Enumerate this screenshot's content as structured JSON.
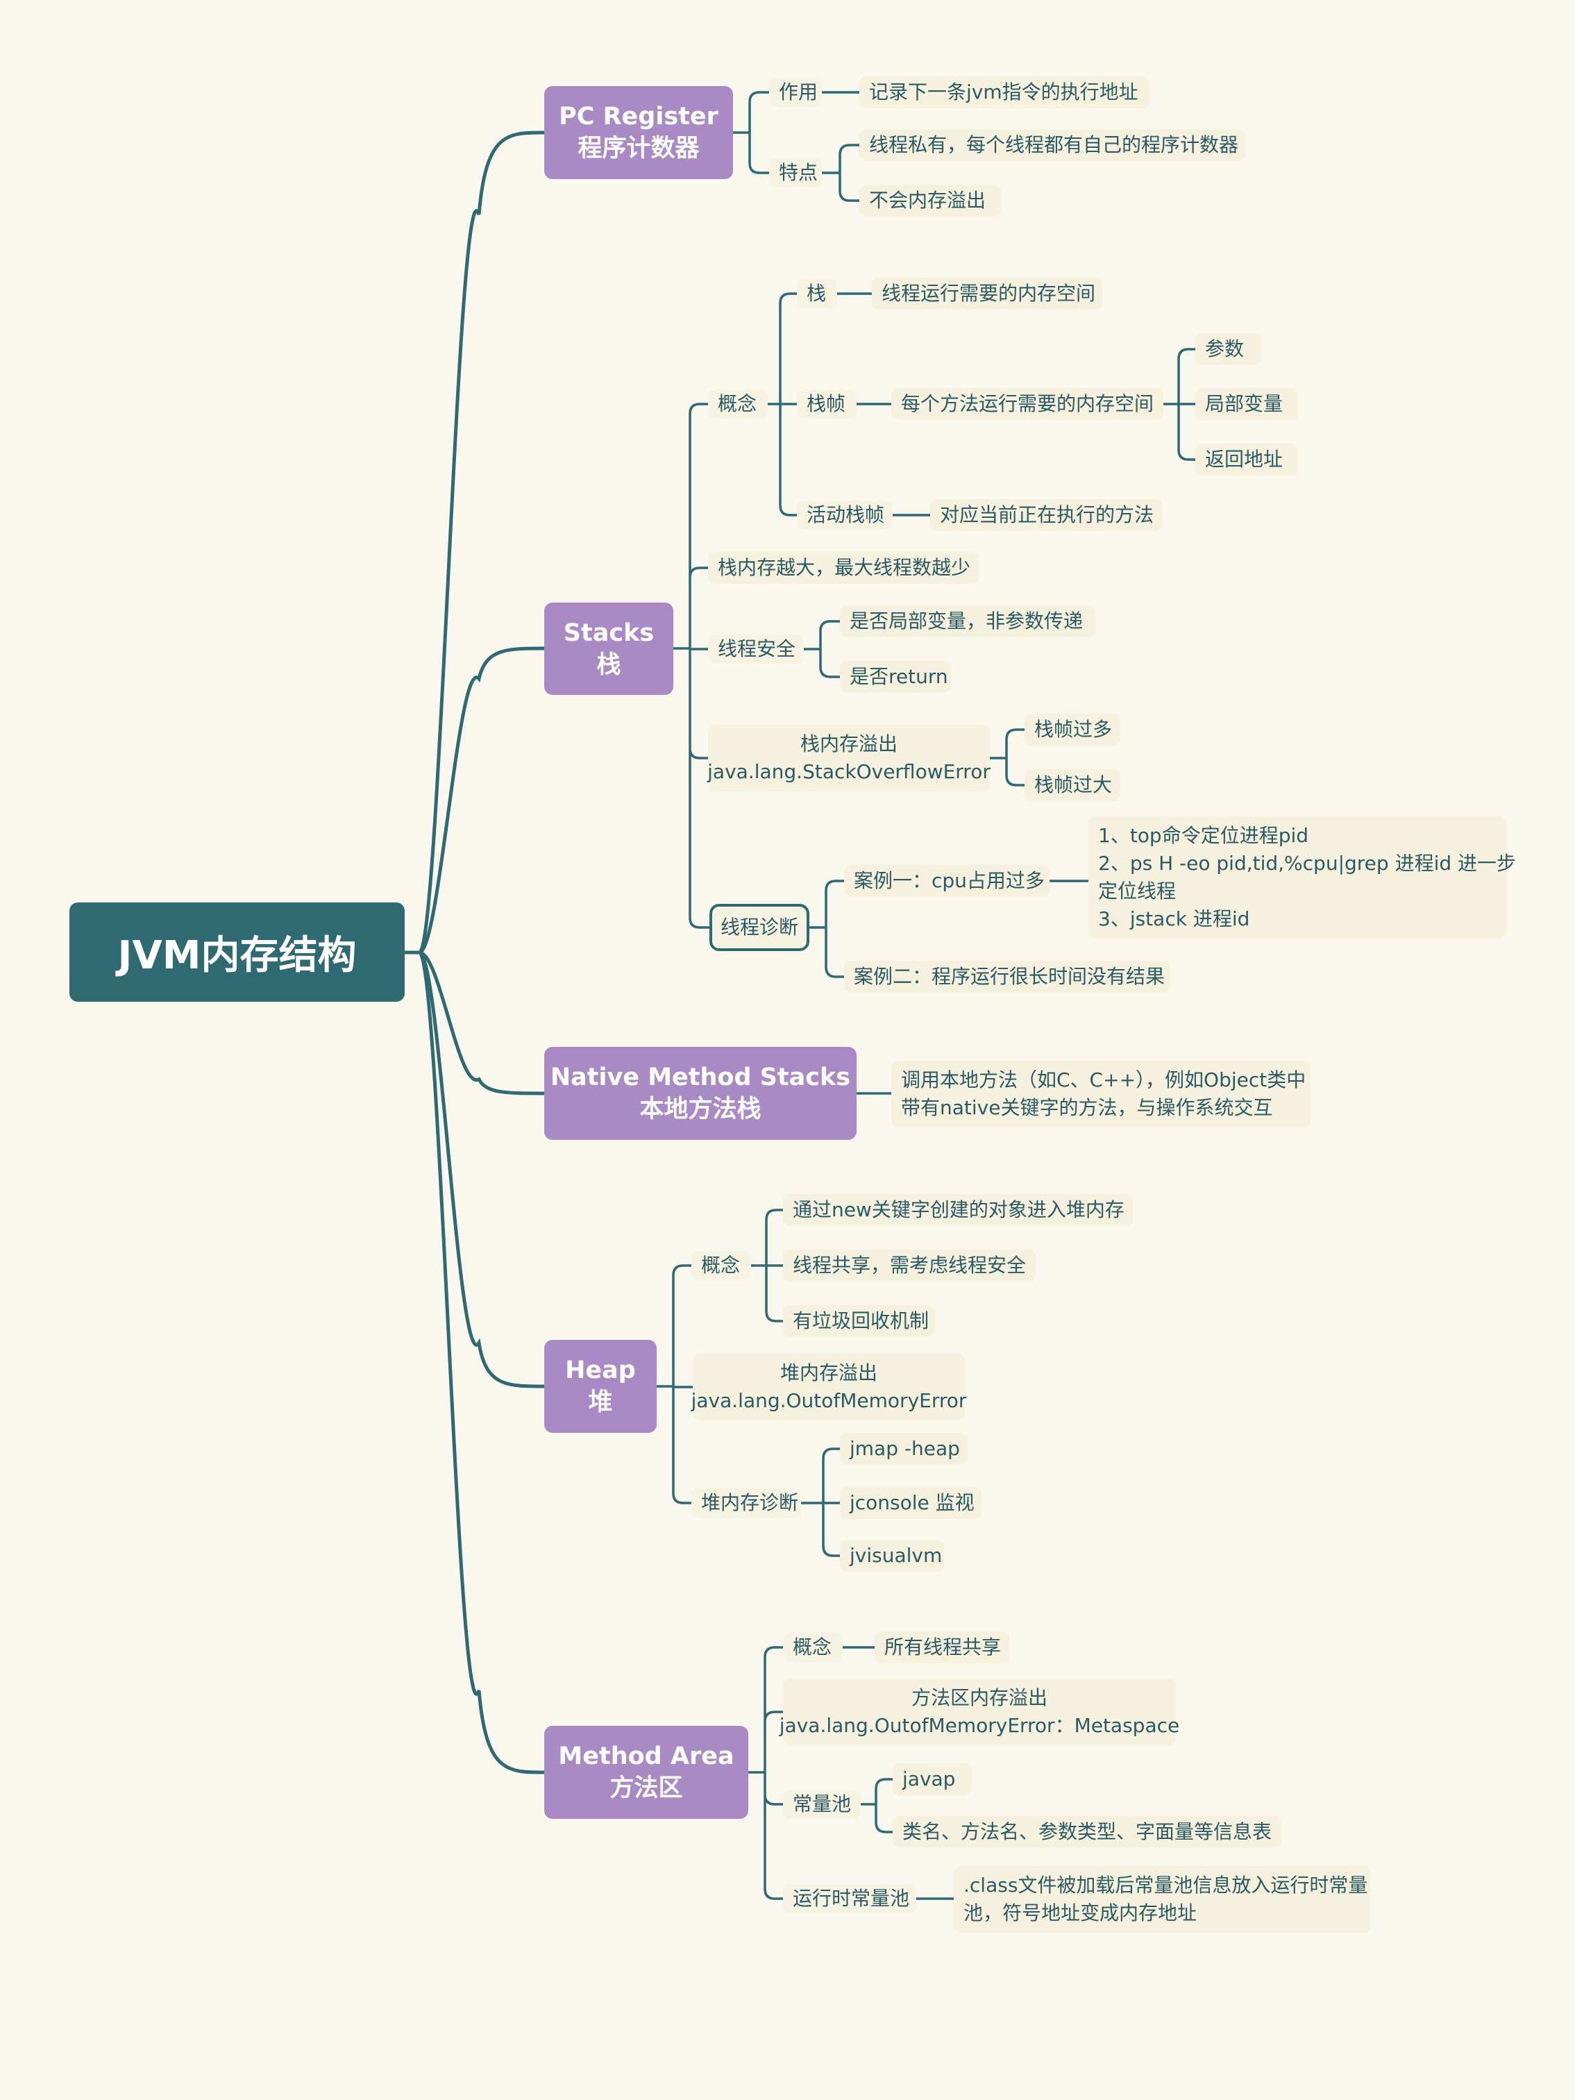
{
  "root": {
    "label": "JVM内存结构"
  },
  "pc_register": {
    "title": "PC Register",
    "subtitle": "程序计数器",
    "role_label": "作用",
    "role_text": "记录下一条jvm指令的执行地址",
    "feature_label": "特点",
    "features": [
      "线程私有，每个线程都有自己的程序计数器",
      "不会内存溢出"
    ]
  },
  "stacks": {
    "title": "Stacks",
    "subtitle": "栈",
    "concept_label": "概念",
    "stack_label": "栈",
    "stack_text": "线程运行需要的内存空间",
    "frame_label": "栈帧",
    "frame_text": "每个方法运行需要的内存空间",
    "frame_items": [
      "参数",
      "局部变量",
      "返回地址"
    ],
    "active_label": "活动栈帧",
    "active_text": "对应当前正在执行的方法",
    "size_note": "栈内存越大，最大线程数越少",
    "safety_label": "线程安全",
    "safety_items": [
      "是否局部变量，非参数传递",
      "是否return"
    ],
    "overflow_line1": "栈内存溢出",
    "overflow_line2": "java.lang.StackOverflowError",
    "overflow_items": [
      "栈帧过多",
      "栈帧过大"
    ],
    "diagnosis_label": "线程诊断",
    "case1_label": "案例一：cpu占用过多",
    "case1_lines": [
      "1、top命令定位进程pid",
      "2、ps H -eo pid,tid,%cpu|grep 进程id 进一步",
      "定位线程",
      "3、jstack 进程id"
    ],
    "case2_label": "案例二：程序运行很长时间没有结果"
  },
  "native": {
    "title": "Native Method Stacks",
    "subtitle": "本地方法栈",
    "desc_line1": "调用本地方法（如C、C++），例如Object类中",
    "desc_line2": "带有native关键字的方法，与操作系统交互"
  },
  "heap": {
    "title": "Heap",
    "subtitle": "堆",
    "concept_label": "概念",
    "concept_items": [
      "通过new关键字创建的对象进入堆内存",
      "线程共享，需考虑线程安全",
      "有垃圾回收机制"
    ],
    "overflow_line1": "堆内存溢出",
    "overflow_line2": "java.lang.OutofMemoryError",
    "diagnosis_label": "堆内存诊断",
    "diagnosis_items": [
      "jmap -heap",
      "jconsole 监视",
      "jvisualvm"
    ]
  },
  "method_area": {
    "title": "Method Area",
    "subtitle": "方法区",
    "concept_label": "概念",
    "concept_text": "所有线程共享",
    "overflow_line1": "方法区内存溢出",
    "overflow_line2": "java.lang.OutofMemoryError：Metaspace",
    "pool_label": "常量池",
    "pool_items": [
      "javap",
      "类名、方法名、参数类型、字面量等信息表"
    ],
    "runtime_label": "运行时常量池",
    "runtime_line1": ".class文件被加载后常量池信息放入运行时常量",
    "runtime_line2": "池，符号地址变成内存地址"
  },
  "colors": {
    "background": "#f9f7ee",
    "root": "#2f6a73",
    "main": "#a98ac4",
    "line": "#2f6a73",
    "text": "#2b5a64"
  }
}
